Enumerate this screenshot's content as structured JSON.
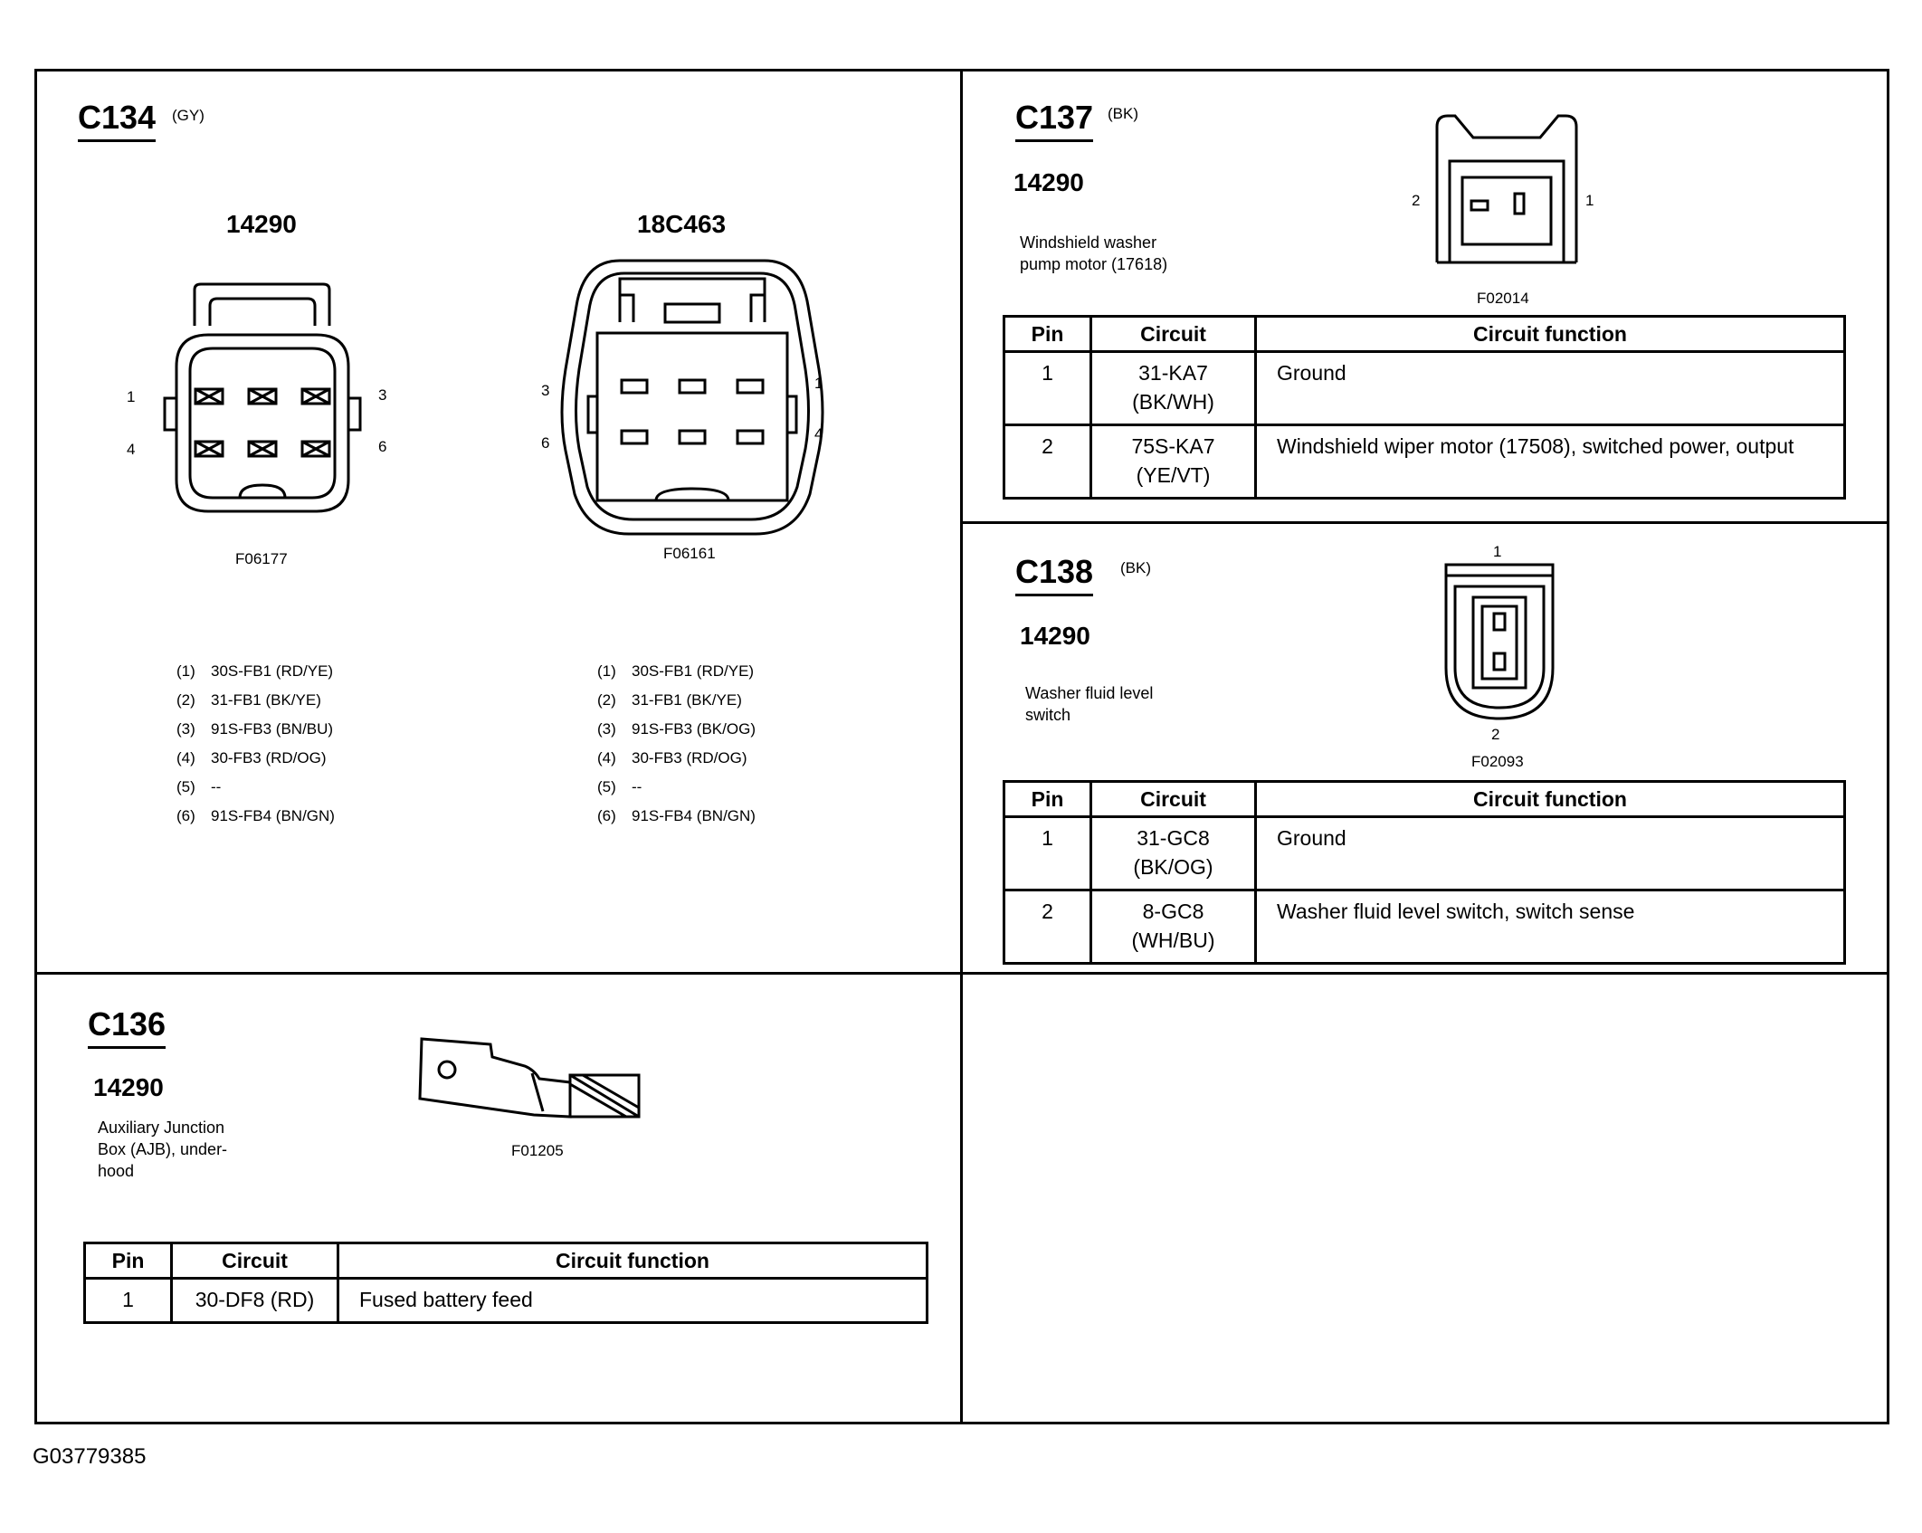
{
  "c134": {
    "id": "C134",
    "color": "(GY)",
    "left": {
      "part": "14290",
      "figure": "F06177",
      "pin_labels": [
        "1",
        "3",
        "4",
        "6"
      ],
      "pins": [
        {
          "n": "(1)",
          "circuit": "30S-FB1 (RD/YE)"
        },
        {
          "n": "(2)",
          "circuit": "31-FB1 (BK/YE)"
        },
        {
          "n": "(3)",
          "circuit": "91S-FB3 (BN/BU)"
        },
        {
          "n": "(4)",
          "circuit": "30-FB3 (RD/OG)"
        },
        {
          "n": "(5)",
          "circuit": "--"
        },
        {
          "n": "(6)",
          "circuit": "91S-FB4 (BN/GN)"
        }
      ]
    },
    "right": {
      "part": "18C463",
      "figure": "F06161",
      "pin_labels": [
        "3",
        "1",
        "6",
        "4"
      ],
      "pins": [
        {
          "n": "(1)",
          "circuit": "30S-FB1 (RD/YE)"
        },
        {
          "n": "(2)",
          "circuit": "31-FB1 (BK/YE)"
        },
        {
          "n": "(3)",
          "circuit": "91S-FB3 (BK/OG)"
        },
        {
          "n": "(4)",
          "circuit": "30-FB3 (RD/OG)"
        },
        {
          "n": "(5)",
          "circuit": "--"
        },
        {
          "n": "(6)",
          "circuit": "91S-FB4 (BN/GN)"
        }
      ]
    }
  },
  "c137": {
    "id": "C137",
    "color": "(BK)",
    "part": "14290",
    "desc1": "Windshield washer",
    "desc2": "pump motor (17618)",
    "figure": "F02014",
    "pin_labels": [
      "2",
      "1"
    ],
    "headers": {
      "pin": "Pin",
      "circuit": "Circuit",
      "function": "Circuit function"
    },
    "rows": [
      {
        "pin": "1",
        "circuit1": "31-KA7",
        "circuit2": "(BK/WH)",
        "function": "Ground"
      },
      {
        "pin": "2",
        "circuit1": "75S-KA7",
        "circuit2": "(YE/VT)",
        "function": "Windshield wiper motor (17508), switched power, output"
      }
    ]
  },
  "c138": {
    "id": "C138",
    "color": "(BK)",
    "part": "14290",
    "desc1": "Washer fluid level",
    "desc2": "switch",
    "figure": "F02093",
    "pin_labels": [
      "1",
      "2"
    ],
    "headers": {
      "pin": "Pin",
      "circuit": "Circuit",
      "function": "Circuit function"
    },
    "rows": [
      {
        "pin": "1",
        "circuit1": "31-GC8",
        "circuit2": "(BK/OG)",
        "function": "Ground"
      },
      {
        "pin": "2",
        "circuit1": "8-GC8",
        "circuit2": "(WH/BU)",
        "function": "Washer fluid level switch, switch sense"
      }
    ]
  },
  "c136": {
    "id": "C136",
    "part": "14290",
    "desc1": "Auxiliary Junction",
    "desc2": "Box (AJB), under-",
    "desc3": "hood",
    "figure": "F01205",
    "headers": {
      "pin": "Pin",
      "circuit": "Circuit",
      "function": "Circuit function"
    },
    "rows": [
      {
        "pin": "1",
        "circuit": "30-DF8 (RD)",
        "function": "Fused battery feed"
      }
    ]
  },
  "document_id": "G03779385"
}
